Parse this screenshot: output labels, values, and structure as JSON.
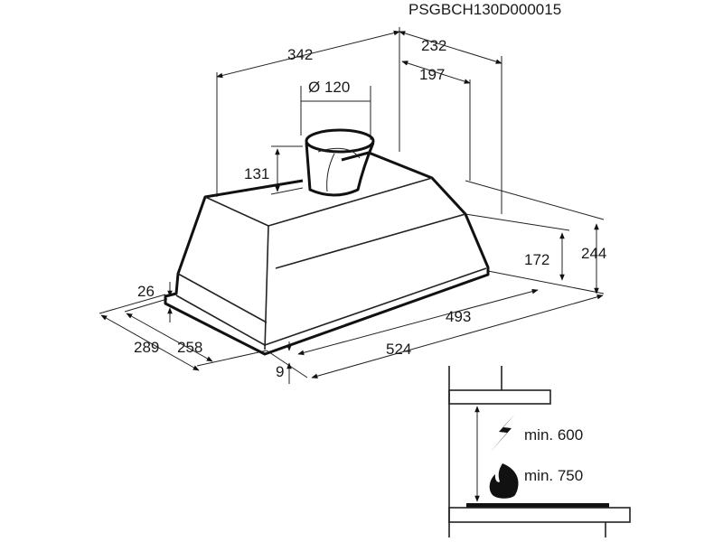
{
  "code": "PSGBCH130D000015",
  "dimensions": {
    "width_top": "342",
    "depth_top": "232",
    "depth_inner": "197",
    "duct_diameter": "Ø 120",
    "duct_height": "131",
    "rail_height": "26",
    "depth_total": "289",
    "depth_body": "258",
    "bottom_offset": "9",
    "width_inner": "493",
    "width_total": "524",
    "height_body": "172",
    "height_total": "244"
  },
  "installation": {
    "electric_distance": "min. 600",
    "gas_distance": "min. 750"
  }
}
